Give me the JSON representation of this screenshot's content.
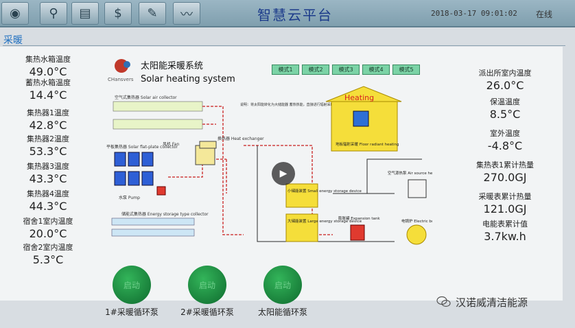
{
  "toolbar": {
    "title": "智慧云平台",
    "datetime": "2018-03-17 09:01:02",
    "status": "在线",
    "icons": [
      "globe-icon",
      "search-icon",
      "chart-icon",
      "dollar-icon",
      "tools-icon",
      "trend-icon"
    ]
  },
  "section": {
    "label": "采暖"
  },
  "left_metrics": [
    {
      "label": "集热水箱温度",
      "value": "49.0°C"
    },
    {
      "label": "蓄热水箱温度",
      "value": "14.4°C"
    },
    {
      "label": "集热器1温度",
      "value": "42.8°C"
    },
    {
      "label": "集热器2温度",
      "value": "53.3°C"
    },
    {
      "label": "集热器3温度",
      "value": "43.3°C"
    },
    {
      "label": "集热器4温度",
      "value": "44.3°C"
    },
    {
      "label": "宿舍1室内温度",
      "value": "20.0°C"
    },
    {
      "label": "宿舍2室内温度",
      "value": "5.3°C"
    }
  ],
  "right_metrics": [
    {
      "label": "派出所室内温度",
      "value": "26.0°C"
    },
    {
      "label": "保温温度",
      "value": "8.5°C"
    },
    {
      "label": "室外温度",
      "value": "-4.8°C"
    },
    {
      "label": "集热表1累计热量",
      "value": "270.0GJ"
    },
    {
      "label": "采暖表累计热量",
      "value": "121.0GJ"
    },
    {
      "label": "电能表累计值",
      "value": "3.7kw.h"
    }
  ],
  "diagram": {
    "title_cn": "太阳能采暖系统",
    "title_en": "Solar heating system",
    "logo_text": "CHansvers",
    "modes": [
      "模式1",
      "模式2",
      "模式3",
      "模式4",
      "模式5"
    ],
    "solar_air_collector": "空气式集热器 Solar air collector",
    "solar_flat_plate": "平板集热器 Solar flat-plate collector",
    "energy_storage": "储能式集热器 Energy storage type collector",
    "heating": "Heating",
    "floor_heating": "地板辐射采暖 Floor radiant heating",
    "small_tank": "小储能装置 Small energy storage device",
    "large_tank": "大储能装置 Large energy storage device",
    "expansion": "膨胀罐 Expansion tank",
    "heat_pump": "空气源热泵 Air source heat pump",
    "boiler": "电锅炉 Electric boiler",
    "heat_exchanger": "换热器 Heat exchanger",
    "pump": "水泵 Pump",
    "fan": "风机 Fan",
    "note": "说明：将太阳能转化为大储能器 蓄热热能，直接进行辐射采暖。"
  },
  "pumps": [
    {
      "state": "启动",
      "label": "1#采暖循环泵"
    },
    {
      "state": "启动",
      "label": "2#采暖循环泵"
    },
    {
      "state": "启动",
      "label": "太阳能循环泵"
    }
  ],
  "watermark": "汉诺威清洁能源",
  "colors": {
    "pump_green": "#1e8f44",
    "title_blue": "#1b3a8a",
    "heating_yellow": "#f5de3a"
  }
}
